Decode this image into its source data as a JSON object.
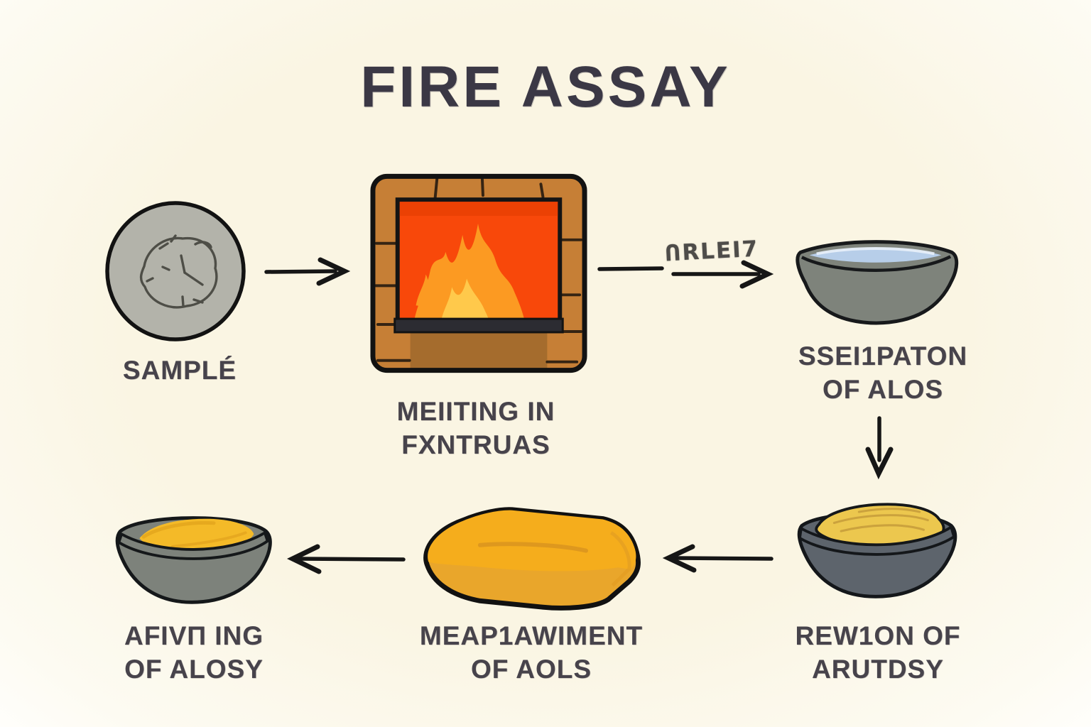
{
  "title": "FIRE ASSAY",
  "steps": {
    "sample": {
      "label": "SAMPLÉ"
    },
    "melting": {
      "line1": "MEIITING IN",
      "line2": "FXNTRUAS"
    },
    "separation": {
      "line1": "SSEI1PATON",
      "line2": "OF ALOS"
    },
    "removal": {
      "line1": "REW1ON OF",
      "line2": "ARUTDSY"
    },
    "measurement": {
      "line1": "MEAP1AWIMENT",
      "line2": "OF AOLS"
    },
    "refining": {
      "line1": "AFIVΠ ING",
      "line2": "OF ALOSY"
    }
  },
  "arrows": [
    {
      "from": "sample",
      "to": "melting",
      "direction": "right",
      "label": ""
    },
    {
      "from": "melting",
      "to": "separation",
      "direction": "right",
      "label": "ՈRLEI7"
    },
    {
      "from": "separation",
      "to": "removal",
      "direction": "down",
      "label": ""
    },
    {
      "from": "removal",
      "to": "measurement",
      "direction": "left",
      "label": ""
    },
    {
      "from": "measurement",
      "to": "refining",
      "direction": "left",
      "label": ""
    }
  ],
  "colors": {
    "background": "#faf5e6",
    "title_text": "#3b3845",
    "label_text": "#47434b",
    "arrow_ink": "#161616",
    "furnace_brick": "#c67f36",
    "furnace_base": "#a56c2d",
    "fire_background": "#f8480a",
    "flame_orange": "#fc9a22",
    "flame_yellow": "#ffc94b",
    "hearth_bar": "#2c2c32",
    "bowl_gray": "#7d827b",
    "bowl_slate": "#5d646c",
    "water_blue": "#b7cee9",
    "gold_bar": "#f2a91f",
    "gold_in_bowl": "#ecc74e",
    "sample_gray": "#b3b3aa"
  }
}
